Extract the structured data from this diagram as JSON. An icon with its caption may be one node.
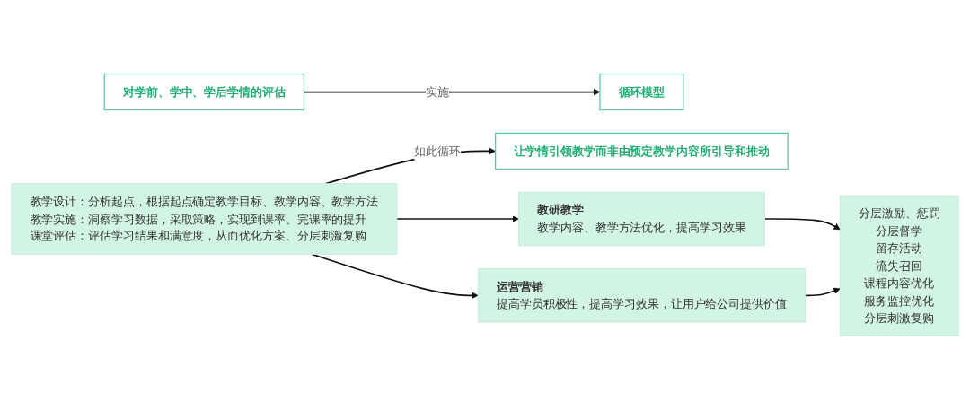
{
  "diagram": {
    "nodes": [
      {
        "text": [
          "对学前、学中、学后学情的评估"
        ]
      },
      {
        "text": [
          "循环模型"
        ]
      },
      {
        "text": [
          "教学设计：分析起点，根据起点确定教学目标、教学内容、教学方法",
          "教学实施：洞察学习数据，采取策略，实现到课率、完课率的提升",
          "课堂评估：评估学习结果和满意度，从而优化方案、分层刺激复购"
        ]
      },
      {
        "text": [
          "让学情引领教学而非由预定教学内容所引导和推动"
        ]
      },
      {
        "text": [
          "教研教学",
          "教学内容、教学方法优化，提高学习效果"
        ]
      },
      {
        "text": [
          "运营营销",
          "提高学员积极性，提高学习效果，让用户给公司提供价值"
        ]
      },
      {
        "text": [
          "分层激励、惩罚",
          "分层督学",
          "留存活动",
          "流失召回",
          "课程内容优化",
          "服务监控优化",
          "分层刺激复购"
        ]
      }
    ],
    "edges": [
      {
        "from": 0,
        "to": 1,
        "arrow": "to",
        "label": "实施"
      },
      {
        "from": 2,
        "to": 3,
        "arrow": "to",
        "label": "如此循环"
      },
      {
        "from": 2,
        "to": 4,
        "arrow": "to"
      },
      {
        "from": 2,
        "to": 5,
        "arrow": "to"
      },
      {
        "from": 4,
        "to": 6,
        "arrow": "to"
      },
      {
        "from": 5,
        "to": 6,
        "arrow": "to"
      }
    ]
  }
}
